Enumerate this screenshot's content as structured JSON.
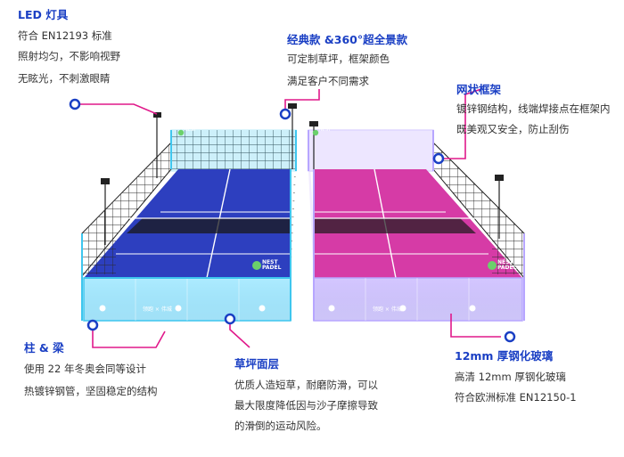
{
  "callouts": {
    "led": {
      "title": "LED 灯具",
      "lines": [
        "符合 EN12193 标准",
        "照射均匀，不影响视野",
        "无眩光，不刺激眼睛"
      ]
    },
    "classic": {
      "title": "经典款 &360°超全景款",
      "lines": [
        "可定制草坪，框架颜色",
        "满足客户不同需求"
      ]
    },
    "mesh": {
      "title": "网状框架",
      "lines": [
        "镀锌钢结构，线端焊接点在框架内",
        "既美观又安全，防止刮伤"
      ]
    },
    "column": {
      "title": "柱 & 梁",
      "lines": [
        "使用 22 年冬奥会同等设计",
        "热镀锌钢管，坚固稳定的结构"
      ]
    },
    "turf": {
      "title": "草坪面层",
      "lines": [
        "优质人造短草，耐磨防滑，可以",
        "最大限度降低因与沙子摩擦导致",
        "的滑倒的运动风险。"
      ]
    },
    "glass": {
      "title": "12mm 厚钢化玻璃",
      "lines": [
        "高清 12mm 厚钢化玻璃",
        "符合欧洲标准 EN12150-1"
      ]
    }
  },
  "courts": {
    "brand_top": "NEST",
    "brand_bottom": "PADEL",
    "ad_text": "领跑 × 伟城",
    "side_text": "NEST PADEL"
  },
  "colors": {
    "blue_court": "#2d3fbf",
    "pink_court": "#d63ba6",
    "accent": "#1a3fc4",
    "line_color": "#e0188a"
  }
}
